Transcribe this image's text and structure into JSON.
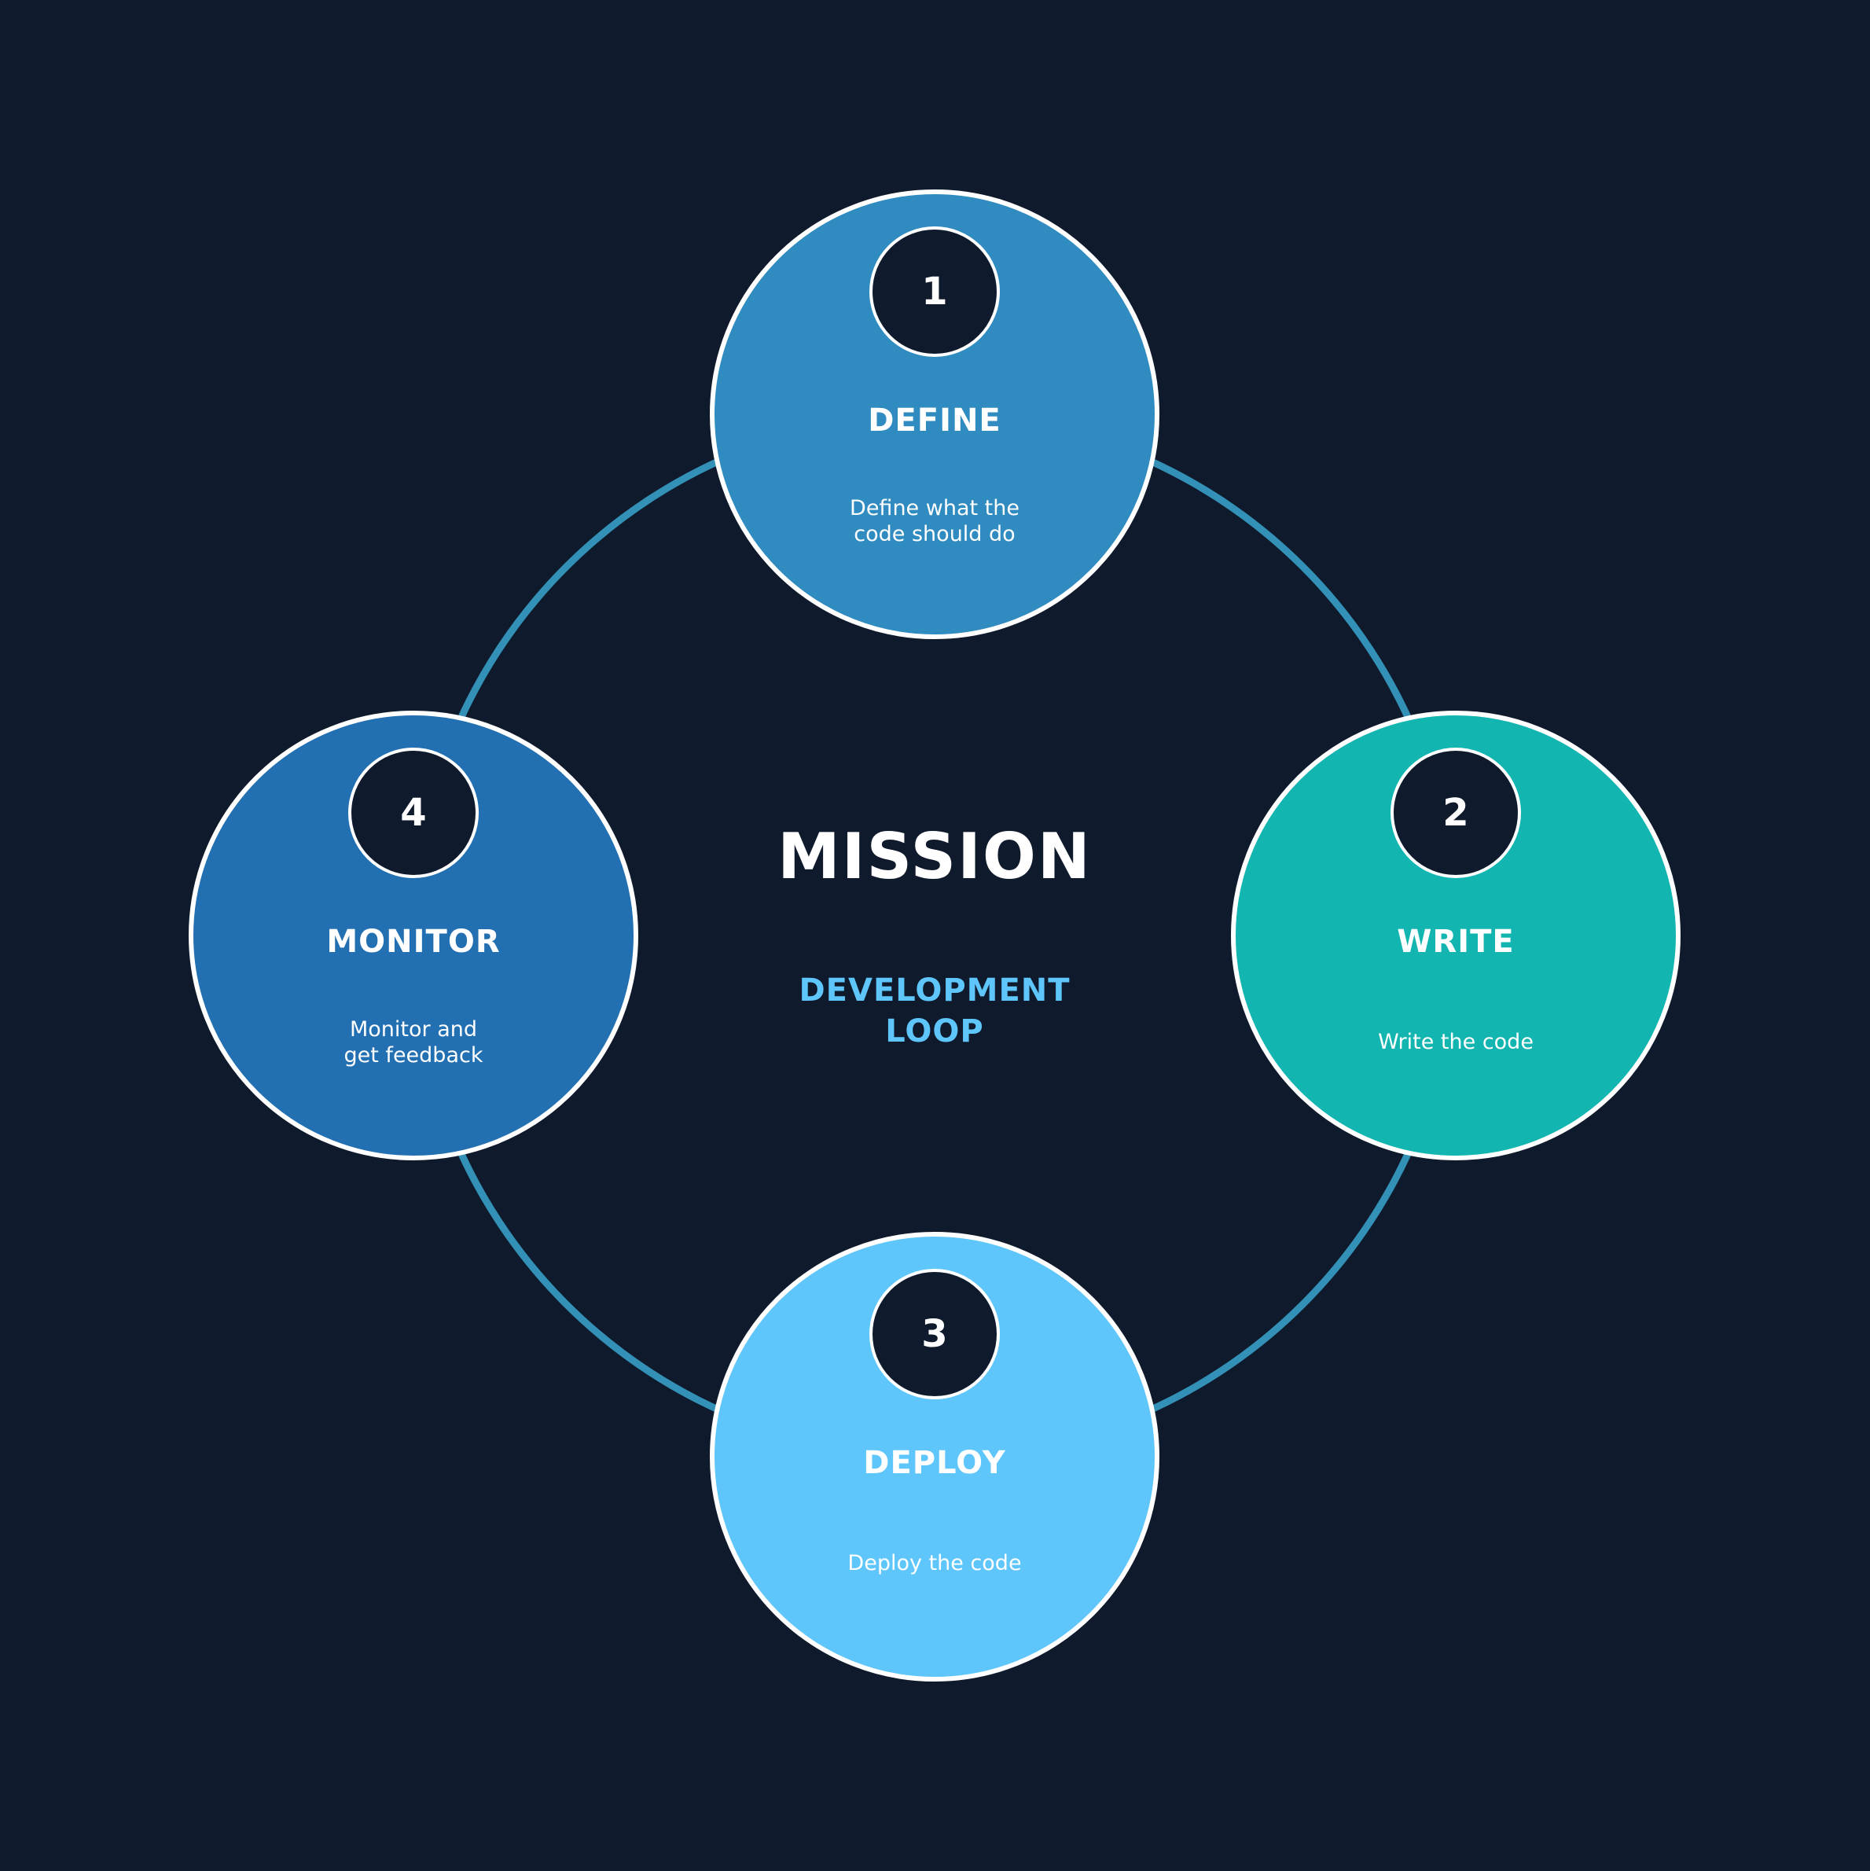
{
  "colors": {
    "background": "#0f1a2c",
    "ring": "#3390b6",
    "outline": "#ffffff",
    "badge": "#0f1a2c",
    "text": "#ffffff",
    "subtitle": "#5ec6fb"
  },
  "center": {
    "title": "MISSION",
    "subtitle_line1": "DEVELOPMENT",
    "subtitle_line2": "LOOP"
  },
  "stages": {
    "define": {
      "number": "1",
      "title": "DEFINE",
      "desc_line1": "Define what the",
      "desc_line2": "code should do",
      "color": "#2f8bc0"
    },
    "write": {
      "number": "2",
      "title": "WRITE",
      "desc_line1": "Write the code",
      "desc_line2": "",
      "color": "#12b5b0"
    },
    "deploy": {
      "number": "3",
      "title": "DEPLOY",
      "desc_line1": "Deploy the code",
      "desc_line2": "",
      "color": "#5ec6fb"
    },
    "monitor": {
      "number": "4",
      "title": "MONITOR",
      "desc_line1": "Monitor and",
      "desc_line2": "get feedback",
      "color": "#226fb2"
    }
  }
}
